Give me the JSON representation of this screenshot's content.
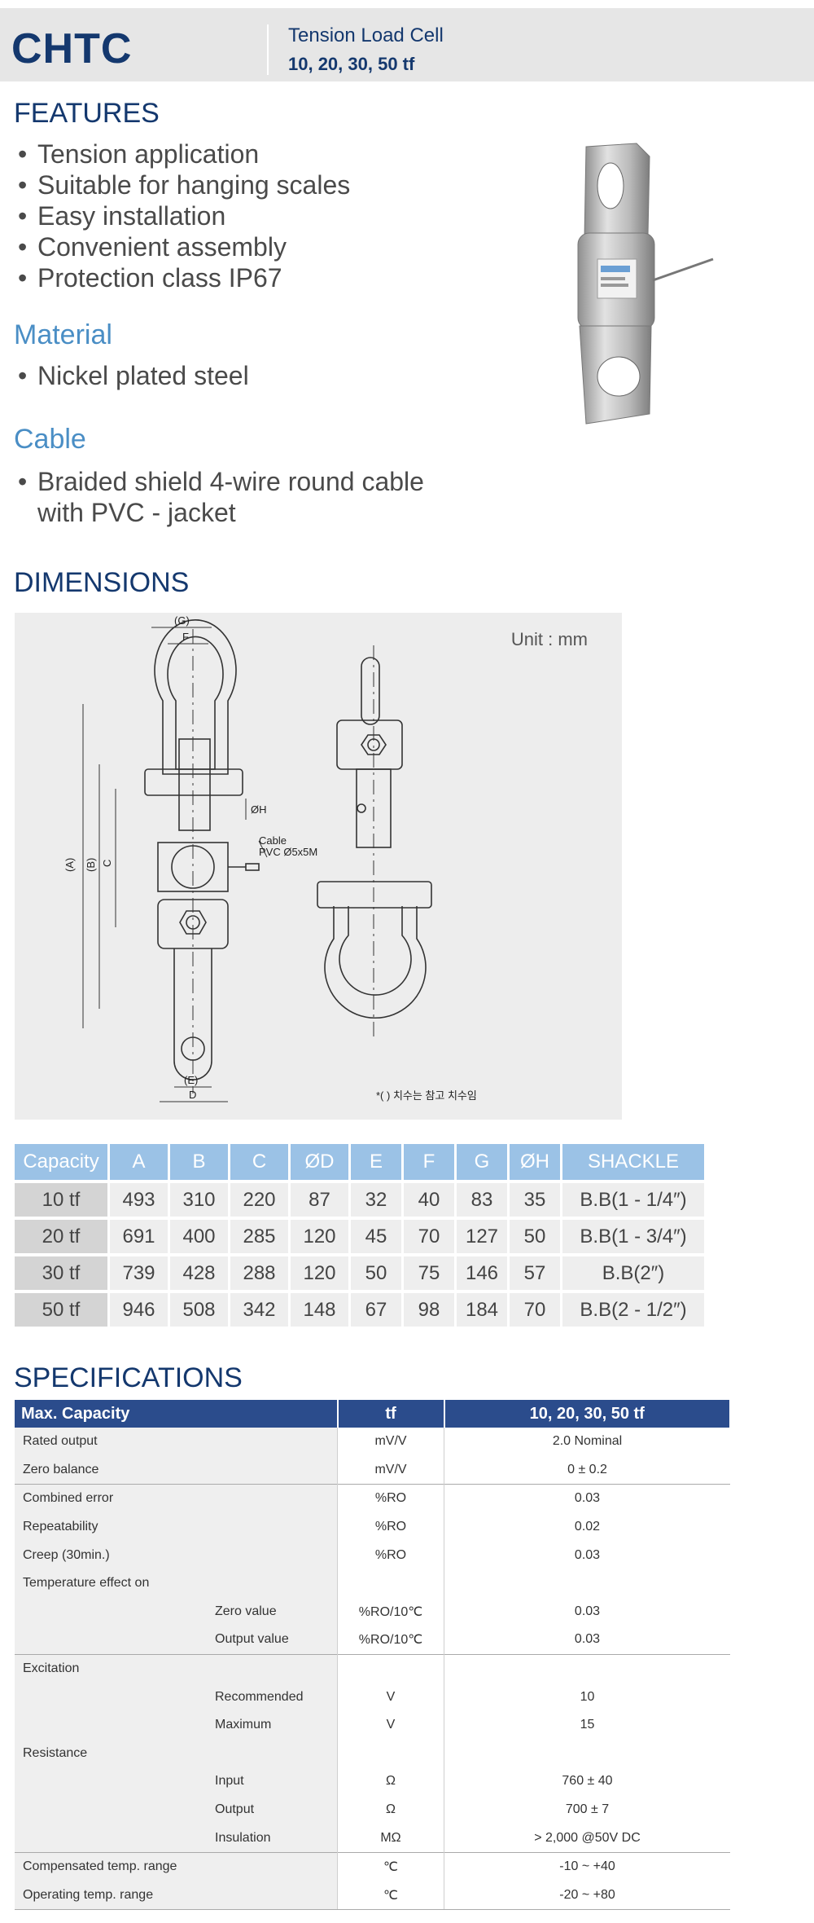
{
  "header": {
    "model": "CHTC",
    "title": "Tension Load Cell",
    "capacities": "10, 20, 30, 50 tf"
  },
  "features": {
    "heading": "FEATURES",
    "items": [
      "Tension application",
      "Suitable for hanging scales",
      "Easy installation",
      "Convenient assembly",
      "Protection class IP67"
    ]
  },
  "material": {
    "heading": "Material",
    "items": [
      "Nickel plated steel"
    ]
  },
  "cable": {
    "heading": "Cable",
    "line1": "Braided shield 4-wire round cable",
    "line2": "with PVC - jacket"
  },
  "dimensions": {
    "heading": "DIMENSIONS",
    "unit": "Unit : mm",
    "note": "*( ) 치수는 참고 치수임",
    "drawing_labels": {
      "G": "(G)",
      "F": "F",
      "A": "(A)",
      "B": "(B)",
      "C": "C",
      "H": "ØH",
      "cable1": "Cable",
      "cable2": "PVC Ø5x5M",
      "E": "(E)",
      "D": "D"
    },
    "columns": [
      "Capacity",
      "A",
      "B",
      "C",
      "ØD",
      "E",
      "F",
      "G",
      "ØH",
      "SHACKLE"
    ],
    "rows": [
      [
        "10 tf",
        "493",
        "310",
        "220",
        "87",
        "32",
        "40",
        "83",
        "35",
        "B.B(1 - 1/4″)"
      ],
      [
        "20 tf",
        "691",
        "400",
        "285",
        "120",
        "45",
        "70",
        "127",
        "50",
        "B.B(1 - 3/4″)"
      ],
      [
        "30 tf",
        "739",
        "428",
        "288",
        "120",
        "50",
        "75",
        "146",
        "57",
        "B.B(2″)"
      ],
      [
        "50 tf",
        "946",
        "508",
        "342",
        "148",
        "67",
        "98",
        "184",
        "70",
        "B.B(2 - 1/2″)"
      ]
    ]
  },
  "specs": {
    "heading": "SPECIFICATIONS",
    "head": [
      "Max. Capacity",
      "tf",
      "10, 20, 30, 50 tf"
    ],
    "rows": [
      {
        "a": "Rated output",
        "b": "",
        "u": "mV/V",
        "v": "2.0 Nominal"
      },
      {
        "a": "Zero balance",
        "b": "",
        "u": "mV/V",
        "v": "0 ± 0.2"
      },
      {
        "a": "Combined error",
        "b": "",
        "u": "%RO",
        "v": "0.03"
      },
      {
        "a": "Repeatability",
        "b": "",
        "u": "%RO",
        "v": "0.02"
      },
      {
        "a": "Creep (30min.)",
        "b": "",
        "u": "%RO",
        "v": "0.03"
      },
      {
        "a": "Temperature effect on",
        "b": "",
        "u": "",
        "v": ""
      },
      {
        "a": "",
        "b": "Zero value",
        "u": "%RO/10℃",
        "v": "0.03"
      },
      {
        "a": "",
        "b": "Output  value",
        "u": "%RO/10℃",
        "v": "0.03"
      },
      {
        "a": "Excitation",
        "b": "",
        "u": "",
        "v": ""
      },
      {
        "a": "",
        "b": "Recommended",
        "u": "V",
        "v": "10"
      },
      {
        "a": "",
        "b": "Maximum",
        "u": "V",
        "v": "15"
      },
      {
        "a": "Resistance",
        "b": "",
        "u": "",
        "v": ""
      },
      {
        "a": "",
        "b": "Input",
        "u": "Ω",
        "v": "760 ± 40"
      },
      {
        "a": "",
        "b": "Output",
        "u": "Ω",
        "v": "700 ± 7"
      },
      {
        "a": "",
        "b": "Insulation",
        "u": "MΩ",
        "v": "> 2,000 @50V DC"
      },
      {
        "a": "Compensated temp. range",
        "b": "",
        "u": "℃",
        "v": "-10 ~ +40"
      },
      {
        "a": "Operating temp. range",
        "b": "",
        "u": "℃",
        "v": "-20 ~ +80"
      }
    ]
  }
}
